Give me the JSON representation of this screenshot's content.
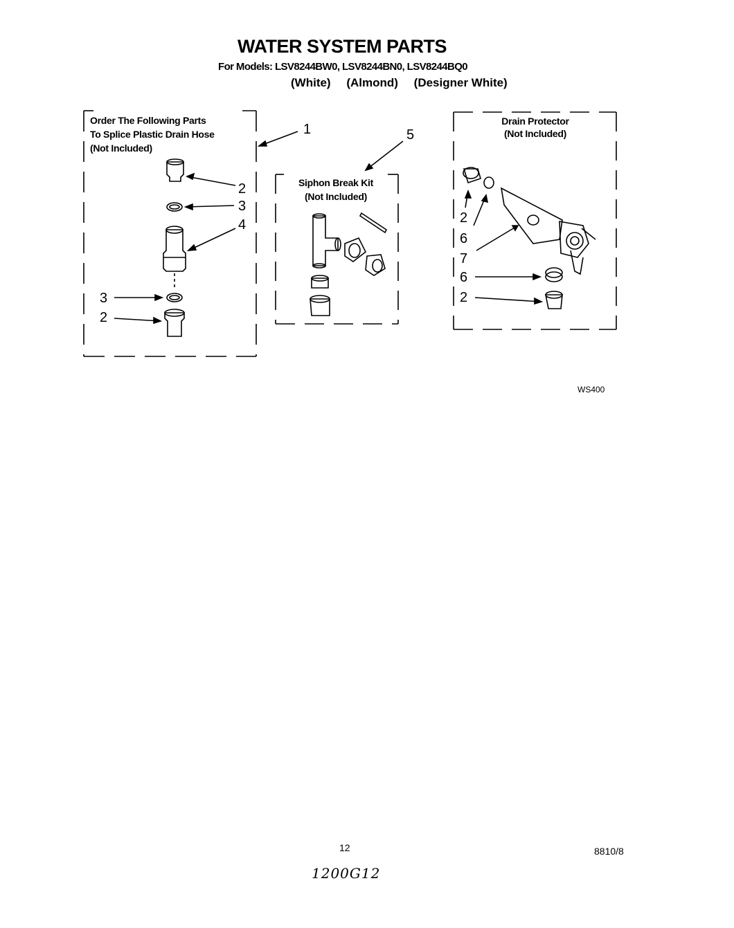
{
  "header": {
    "title": "WATER SYSTEM PARTS",
    "models": "For Models: LSV8244BW0, LSV8244BN0, LSV8244BQ0",
    "colors": [
      "(White)",
      "(Almond)",
      "(Designer White)"
    ]
  },
  "panels": {
    "splice": {
      "label_lines": [
        "Order The Following Parts",
        "To Splice Plastic Drain Hose",
        "(Not Included)"
      ],
      "callouts": [
        "1",
        "2",
        "3",
        "4",
        "3",
        "2"
      ]
    },
    "siphon": {
      "label_lines": [
        "Siphon Break Kit",
        "(Not Included)"
      ],
      "callout": "5"
    },
    "drain": {
      "label_lines": [
        "Drain Protector",
        "(Not Included)"
      ],
      "callouts": [
        "2",
        "6",
        "7",
        "6",
        "2"
      ]
    }
  },
  "figure_id": "WS400",
  "footer": {
    "page_number": "12",
    "doc_number": "8810/8",
    "handwritten": "1200G12"
  }
}
